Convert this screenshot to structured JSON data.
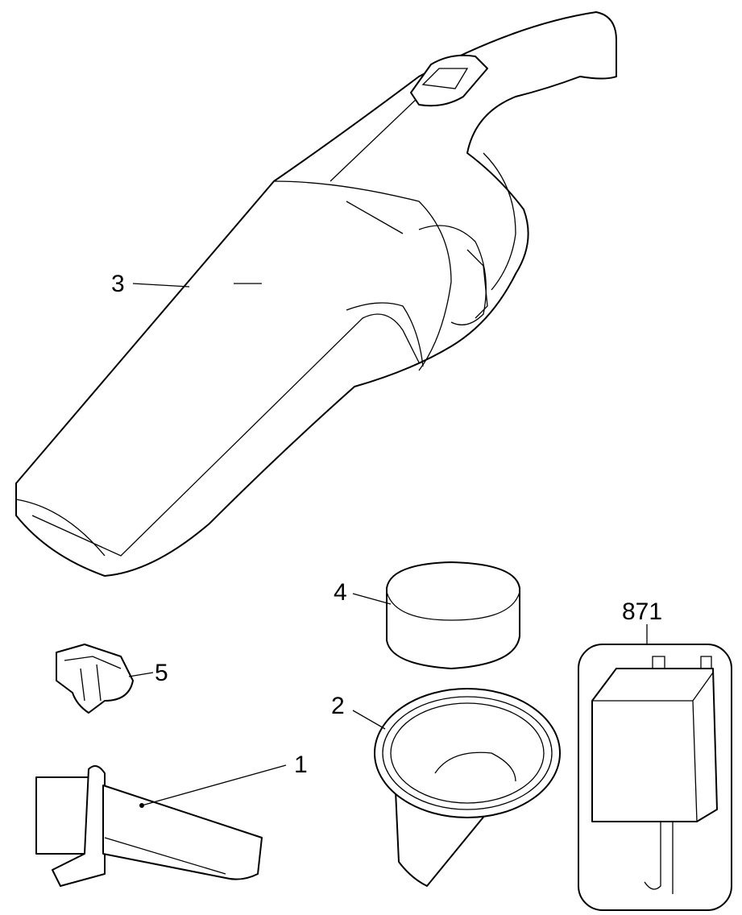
{
  "diagram": {
    "parts": [
      {
        "id": "3",
        "label": "3",
        "name": "handheld-vacuum-body"
      },
      {
        "id": "4",
        "label": "4",
        "name": "filter"
      },
      {
        "id": "5",
        "label": "5",
        "name": "latch"
      },
      {
        "id": "2",
        "label": "2",
        "name": "filter-holder"
      },
      {
        "id": "1",
        "label": "1",
        "name": "crevice-tool"
      },
      {
        "id": "871",
        "label": "871",
        "name": "charger"
      }
    ]
  }
}
